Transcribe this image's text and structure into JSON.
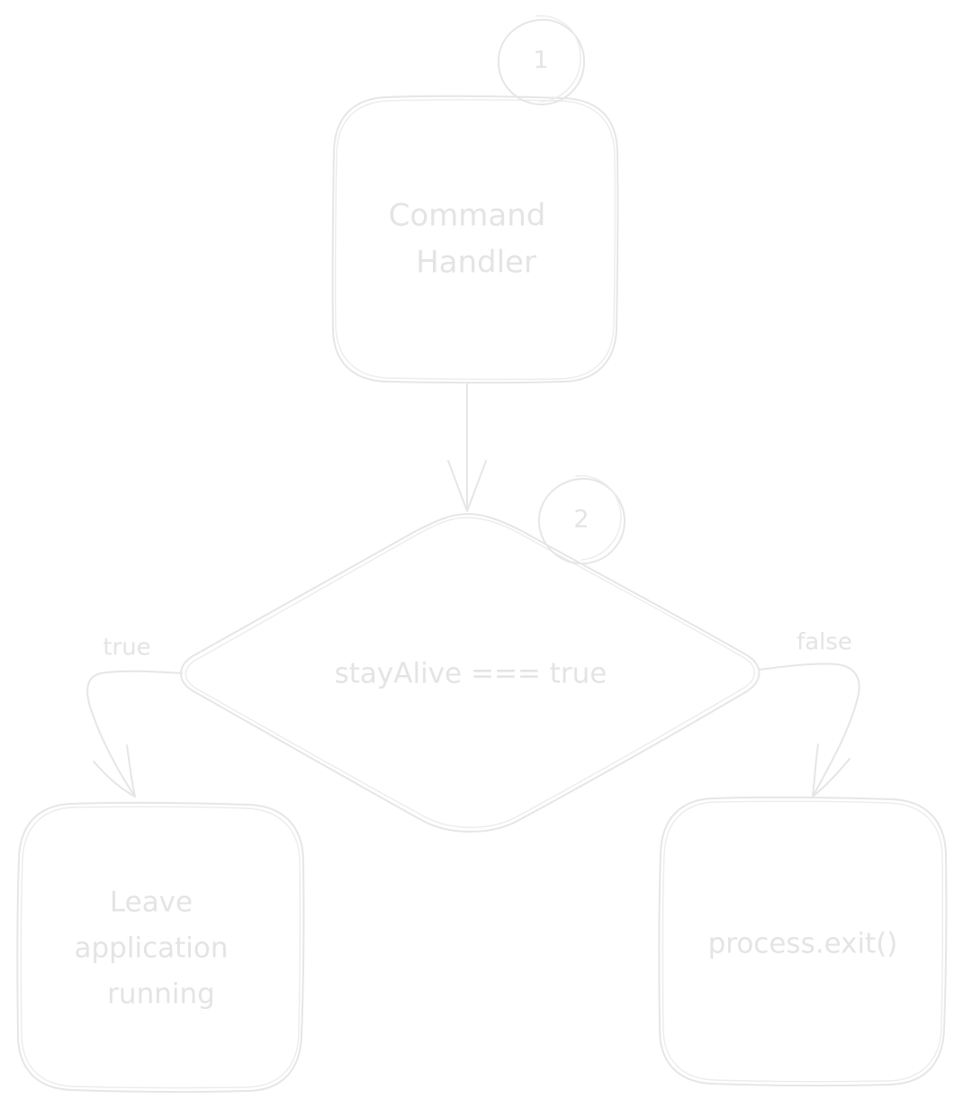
{
  "nodes": {
    "command_handler": {
      "line1": "Command",
      "line2": "Handler",
      "badge": "1"
    },
    "decision": {
      "text": "stayAlive === true",
      "badge": "2"
    },
    "leave_running": {
      "line1": "Leave",
      "line2": "application",
      "line3": "running"
    },
    "process_exit": {
      "text": "process.exit()"
    }
  },
  "edges": {
    "true_label": "true",
    "false_label": "false"
  },
  "colors": {
    "stroke": "#e6e6e6",
    "text": "#e4e4e4",
    "background": "#ffffff"
  }
}
